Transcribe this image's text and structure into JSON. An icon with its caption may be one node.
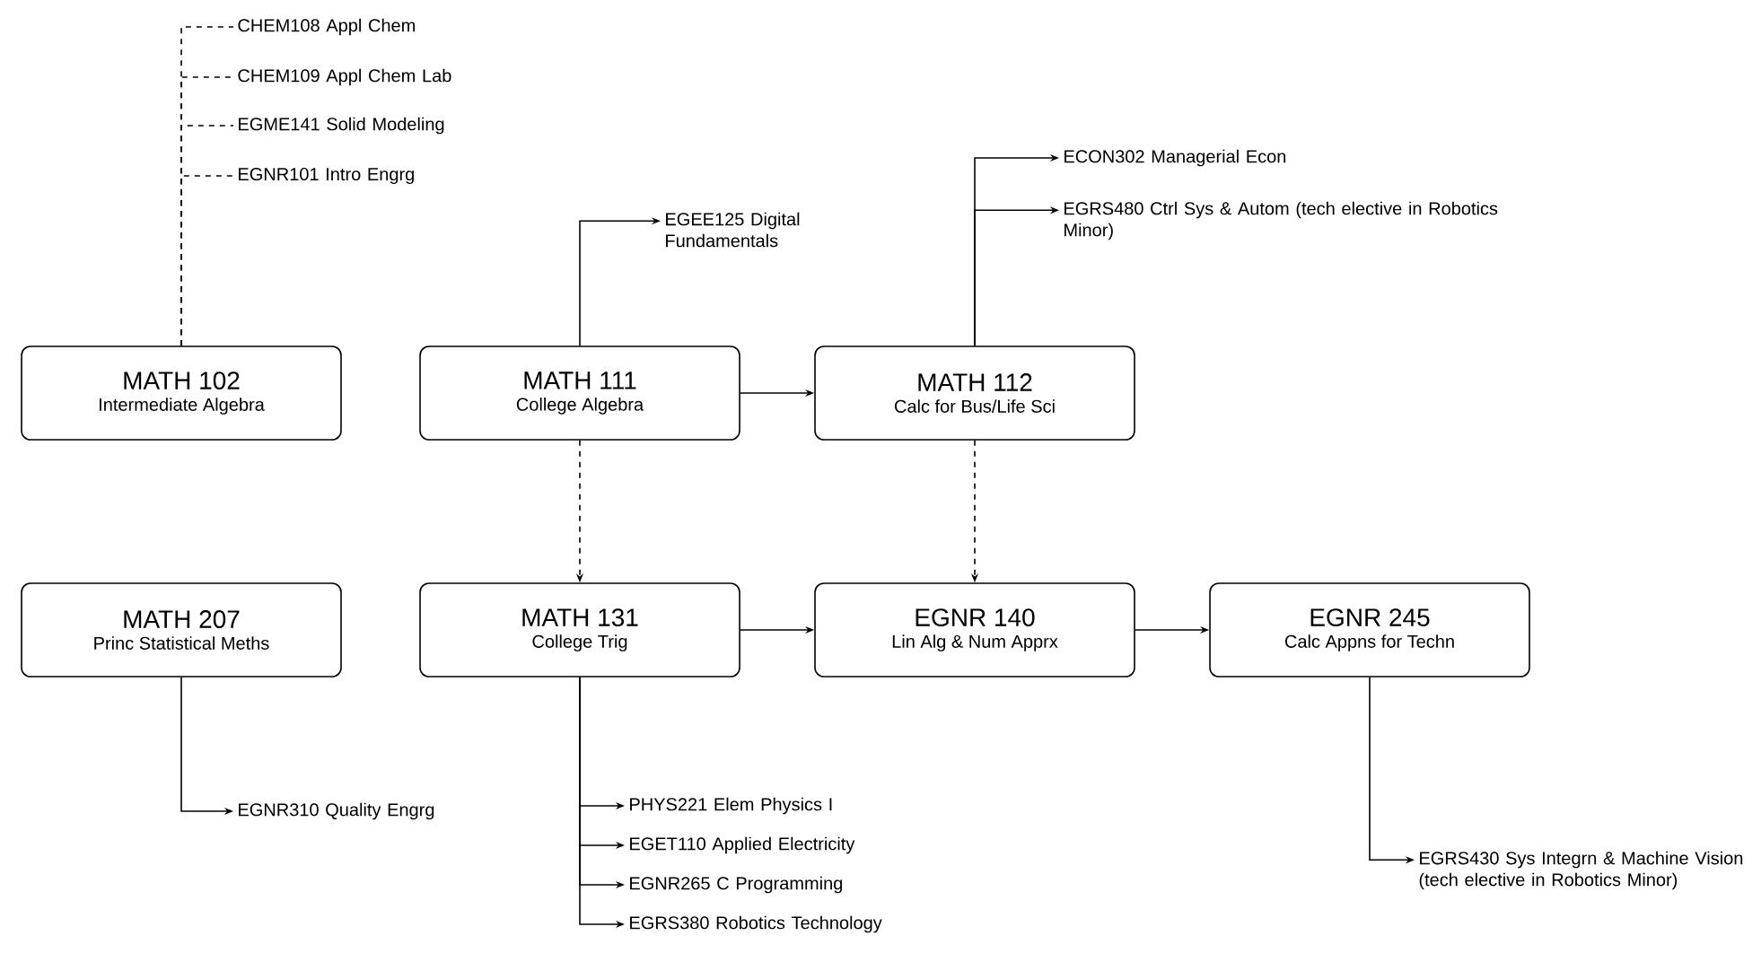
{
  "diagram": {
    "nodes": [
      {
        "text": [
          "MATH 102",
          "Intermediate Algebra"
        ]
      },
      {
        "text": [
          "MATH 111",
          "College Algebra"
        ]
      },
      {
        "text": [
          "MATH 112",
          "Calc for Bus/Life Sci"
        ]
      },
      {
        "text": [
          "MATH 207",
          "Princ Statistical Meths"
        ]
      },
      {
        "text": [
          "MATH 131",
          "College Trig"
        ]
      },
      {
        "text": [
          "EGNR 140",
          "Lin Alg & Num Apprx"
        ]
      },
      {
        "text": [
          "EGNR 245",
          "Calc Appns for Techn"
        ]
      },
      {
        "text": [
          "CHEM108 Appl Chem"
        ]
      },
      {
        "text": [
          "CHEM109 Appl Chem Lab"
        ]
      },
      {
        "text": [
          "EGME141 Solid Modeling"
        ]
      },
      {
        "text": [
          "EGNR101 Intro Engrg"
        ]
      },
      {
        "text": [
          "EGEE125 Digital Fundamentals"
        ]
      },
      {
        "text": [
          "ECON302 Managerial Econ"
        ]
      },
      {
        "text": [
          "EGRS480 Ctrl Sys & Autom (tech elective in Robotics Minor)"
        ]
      },
      {
        "text": [
          "EGNR310 Quality Engrg"
        ]
      },
      {
        "text": [
          "PHYS221 Elem Physics I"
        ]
      },
      {
        "text": [
          "EGET110 Applied Electricity"
        ]
      },
      {
        "text": [
          "EGNR265 C Programming"
        ]
      },
      {
        "text": [
          "EGRS380 Robotics Technology"
        ]
      },
      {
        "text": [
          "EGRS430 Sys Integrn & Machine Vision (tech elective in Robotics Minor)"
        ]
      }
    ],
    "edges": [
      {
        "from": 0,
        "to": 7,
        "arrow": "none",
        "style": "dashed"
      },
      {
        "from": 0,
        "to": 8,
        "arrow": "none",
        "style": "dashed"
      },
      {
        "from": 0,
        "to": 9,
        "arrow": "none",
        "style": "dashed"
      },
      {
        "from": 0,
        "to": 10,
        "arrow": "none",
        "style": "dashed"
      },
      {
        "from": 1,
        "to": 11,
        "arrow": "to"
      },
      {
        "from": 2,
        "to": 12,
        "arrow": "to"
      },
      {
        "from": 2,
        "to": 13,
        "arrow": "to"
      },
      {
        "from": 1,
        "to": 2,
        "arrow": "to"
      },
      {
        "from": 1,
        "to": 4,
        "arrow": "to",
        "style": "dashed"
      },
      {
        "from": 2,
        "to": 5,
        "arrow": "to",
        "style": "dashed"
      },
      {
        "from": 4,
        "to": 5,
        "arrow": "to"
      },
      {
        "from": 5,
        "to": 6,
        "arrow": "to"
      },
      {
        "from": 3,
        "to": 14,
        "arrow": "to"
      },
      {
        "from": 4,
        "to": 15,
        "arrow": "to"
      },
      {
        "from": 4,
        "to": 16,
        "arrow": "to"
      },
      {
        "from": 4,
        "to": 17,
        "arrow": "to"
      },
      {
        "from": 4,
        "to": 18,
        "arrow": "to"
      },
      {
        "from": 6,
        "to": 19,
        "arrow": "to"
      }
    ]
  }
}
